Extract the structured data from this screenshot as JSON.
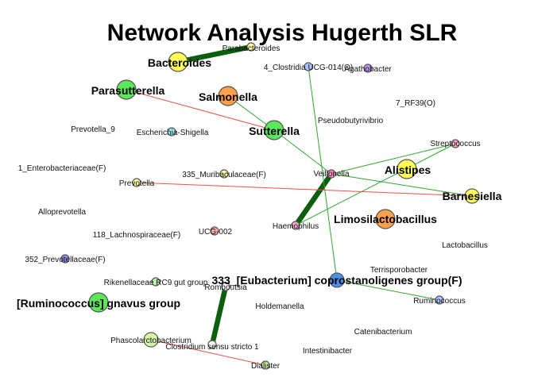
{
  "title": "Network Analysis Hugerth SLR",
  "colors": {
    "positive_edge": "#2fa82f",
    "negative_edge": "#e8524a",
    "strong_edge": "#0b5e0b"
  },
  "nodes": [
    {
      "id": "bacteroides",
      "label": "Bacteroides",
      "color": "#ffff55",
      "degree": "large",
      "bold": true
    },
    {
      "id": "parabacteroides",
      "label": "Parabacteroides",
      "color": "#ffffaa",
      "degree": "small",
      "bold": false
    },
    {
      "id": "clostridia",
      "label": "4_Clostridia UCG-014(O)",
      "color": "#a9c7ff",
      "degree": "small",
      "bold": false
    },
    {
      "id": "agathobacter",
      "label": "Agathobacter",
      "color": "#c79aff",
      "degree": "small",
      "bold": false
    },
    {
      "id": "rf39",
      "label": "7_RF39(O)",
      "color": "#ffffff",
      "degree": "none",
      "bold": false
    },
    {
      "id": "parasutterella",
      "label": "Parasutterella",
      "color": "#5ce65c",
      "degree": "large",
      "bold": true
    },
    {
      "id": "salmonella",
      "label": "Salmonella",
      "color": "#ffa04d",
      "degree": "large",
      "bold": true
    },
    {
      "id": "sutterella",
      "label": "Sutterella",
      "color": "#5ce65c",
      "degree": "large",
      "bold": true
    },
    {
      "id": "pseudobutyrivibrio",
      "label": "Pseudobutyrivibrio",
      "color": "#ffffff",
      "degree": "none",
      "bold": false
    },
    {
      "id": "prevotella9",
      "label": "Prevotella_9",
      "color": "#ffffff",
      "degree": "none",
      "bold": false
    },
    {
      "id": "escherichia",
      "label": "Escherichia-Shigella",
      "color": "#9ff0f0",
      "degree": "small",
      "bold": false
    },
    {
      "id": "streptococcus",
      "label": "Streptococcus",
      "color": "#ffaacc",
      "degree": "small",
      "bold": false
    },
    {
      "id": "enterobacteriaceae",
      "label": "1_Enterobacteriaceae(F)",
      "color": "#ffffff",
      "degree": "none",
      "bold": false
    },
    {
      "id": "muribaculaceae",
      "label": "335_Muribaculaceae(F)",
      "color": "#ffffaa",
      "degree": "small",
      "bold": false
    },
    {
      "id": "veillonella",
      "label": "Veillonella",
      "color": "#ff8fc0",
      "degree": "small",
      "bold": false
    },
    {
      "id": "alistipes",
      "label": "Alistipes",
      "color": "#ffff55",
      "degree": "large",
      "bold": true
    },
    {
      "id": "prevotella",
      "label": "Prevotella",
      "color": "#ffffaa",
      "degree": "small",
      "bold": false
    },
    {
      "id": "barnesiella",
      "label": "Barnesiella",
      "color": "#ffff55",
      "degree": "medium",
      "bold": true
    },
    {
      "id": "alloprevotella",
      "label": "Alloprevotella",
      "color": "#ffffff",
      "degree": "none",
      "bold": false
    },
    {
      "id": "haemophilus",
      "label": "Haemophilus",
      "color": "#ffaacc",
      "degree": "small",
      "bold": false
    },
    {
      "id": "limosilactobacillus",
      "label": "Limosilactobacillus",
      "color": "#ffa04d",
      "degree": "large",
      "bold": true
    },
    {
      "id": "lachnospiraceae",
      "label": "118_Lachnospiraceae(F)",
      "color": "#ffffff",
      "degree": "none",
      "bold": false
    },
    {
      "id": "ucg002",
      "label": "UCG-002",
      "color": "#ffaaaa",
      "degree": "small",
      "bold": false
    },
    {
      "id": "lactobacillus",
      "label": "Lactobacillus",
      "color": "#ffffff",
      "degree": "none",
      "bold": false
    },
    {
      "id": "prevotellaceae",
      "label": "352_Prevotellaceae(F)",
      "color": "#8e8ef0",
      "degree": "small",
      "bold": false
    },
    {
      "id": "terrisporobacter",
      "label": "Terrisporobacter",
      "color": "#ffffff",
      "degree": "none",
      "bold": false
    },
    {
      "id": "rikenellaceae",
      "label": "Rikenellaceae RC9 gut group",
      "color": "#b8f5b0",
      "degree": "small",
      "bold": false
    },
    {
      "id": "romboutsia",
      "label": "Romboutsia",
      "color": "#ffffff",
      "degree": "small",
      "bold": false
    },
    {
      "id": "eubacterium",
      "label": "333_[Eubacterium] coprostanoligenes group(F)",
      "color": "#4a8fe8",
      "degree": "medium",
      "bold": true
    },
    {
      "id": "ruminococcus",
      "label": "Ruminococcus",
      "color": "#a9c7ff",
      "degree": "small",
      "bold": false
    },
    {
      "id": "gnavus",
      "label": "[Ruminococcus] gnavus group",
      "color": "#5ce65c",
      "degree": "large",
      "bold": true
    },
    {
      "id": "holdemanella",
      "label": "Holdemanella",
      "color": "#ffffff",
      "degree": "none",
      "bold": false
    },
    {
      "id": "catenibacterium",
      "label": "Catenibacterium",
      "color": "#ffffff",
      "degree": "none",
      "bold": false
    },
    {
      "id": "phascolarctobacterium",
      "label": "Phascolarctobacterium",
      "color": "#d8f5a8",
      "degree": "medium",
      "bold": false
    },
    {
      "id": "clostridium",
      "label": "Clostridium sensu stricto 1",
      "color": "#ffffff",
      "degree": "small",
      "bold": false
    },
    {
      "id": "intestinibacter",
      "label": "Intestinibacter",
      "color": "#ffffff",
      "degree": "none",
      "bold": false
    },
    {
      "id": "dialister",
      "label": "Dialister",
      "color": "#d8f5a8",
      "degree": "small",
      "bold": false
    }
  ],
  "edges": [
    {
      "source": "bacteroides",
      "target": "parabacteroides",
      "sign": "positive",
      "strength": "strong"
    },
    {
      "source": "veillonella",
      "target": "haemophilus",
      "sign": "positive",
      "strength": "strong"
    },
    {
      "source": "romboutsia",
      "target": "clostridium",
      "sign": "positive",
      "strength": "strong"
    },
    {
      "source": "parasutterella",
      "target": "sutterella",
      "sign": "negative",
      "strength": "weak"
    },
    {
      "source": "salmonella",
      "target": "sutterella",
      "sign": "positive",
      "strength": "weak"
    },
    {
      "source": "sutterella",
      "target": "veillonella",
      "sign": "positive",
      "strength": "weak"
    },
    {
      "source": "clostridia",
      "target": "eubacterium",
      "sign": "positive",
      "strength": "weak"
    },
    {
      "source": "veillonella",
      "target": "streptococcus",
      "sign": "positive",
      "strength": "weak"
    },
    {
      "source": "haemophilus",
      "target": "streptococcus",
      "sign": "positive",
      "strength": "weak"
    },
    {
      "source": "prevotella",
      "target": "barnesiella",
      "sign": "negative",
      "strength": "weak"
    },
    {
      "source": "veillonella",
      "target": "barnesiella",
      "sign": "positive",
      "strength": "weak"
    },
    {
      "source": "eubacterium",
      "target": "ruminococcus",
      "sign": "positive",
      "strength": "weak"
    },
    {
      "source": "phascolarctobacterium",
      "target": "dialister",
      "sign": "negative",
      "strength": "weak"
    }
  ]
}
